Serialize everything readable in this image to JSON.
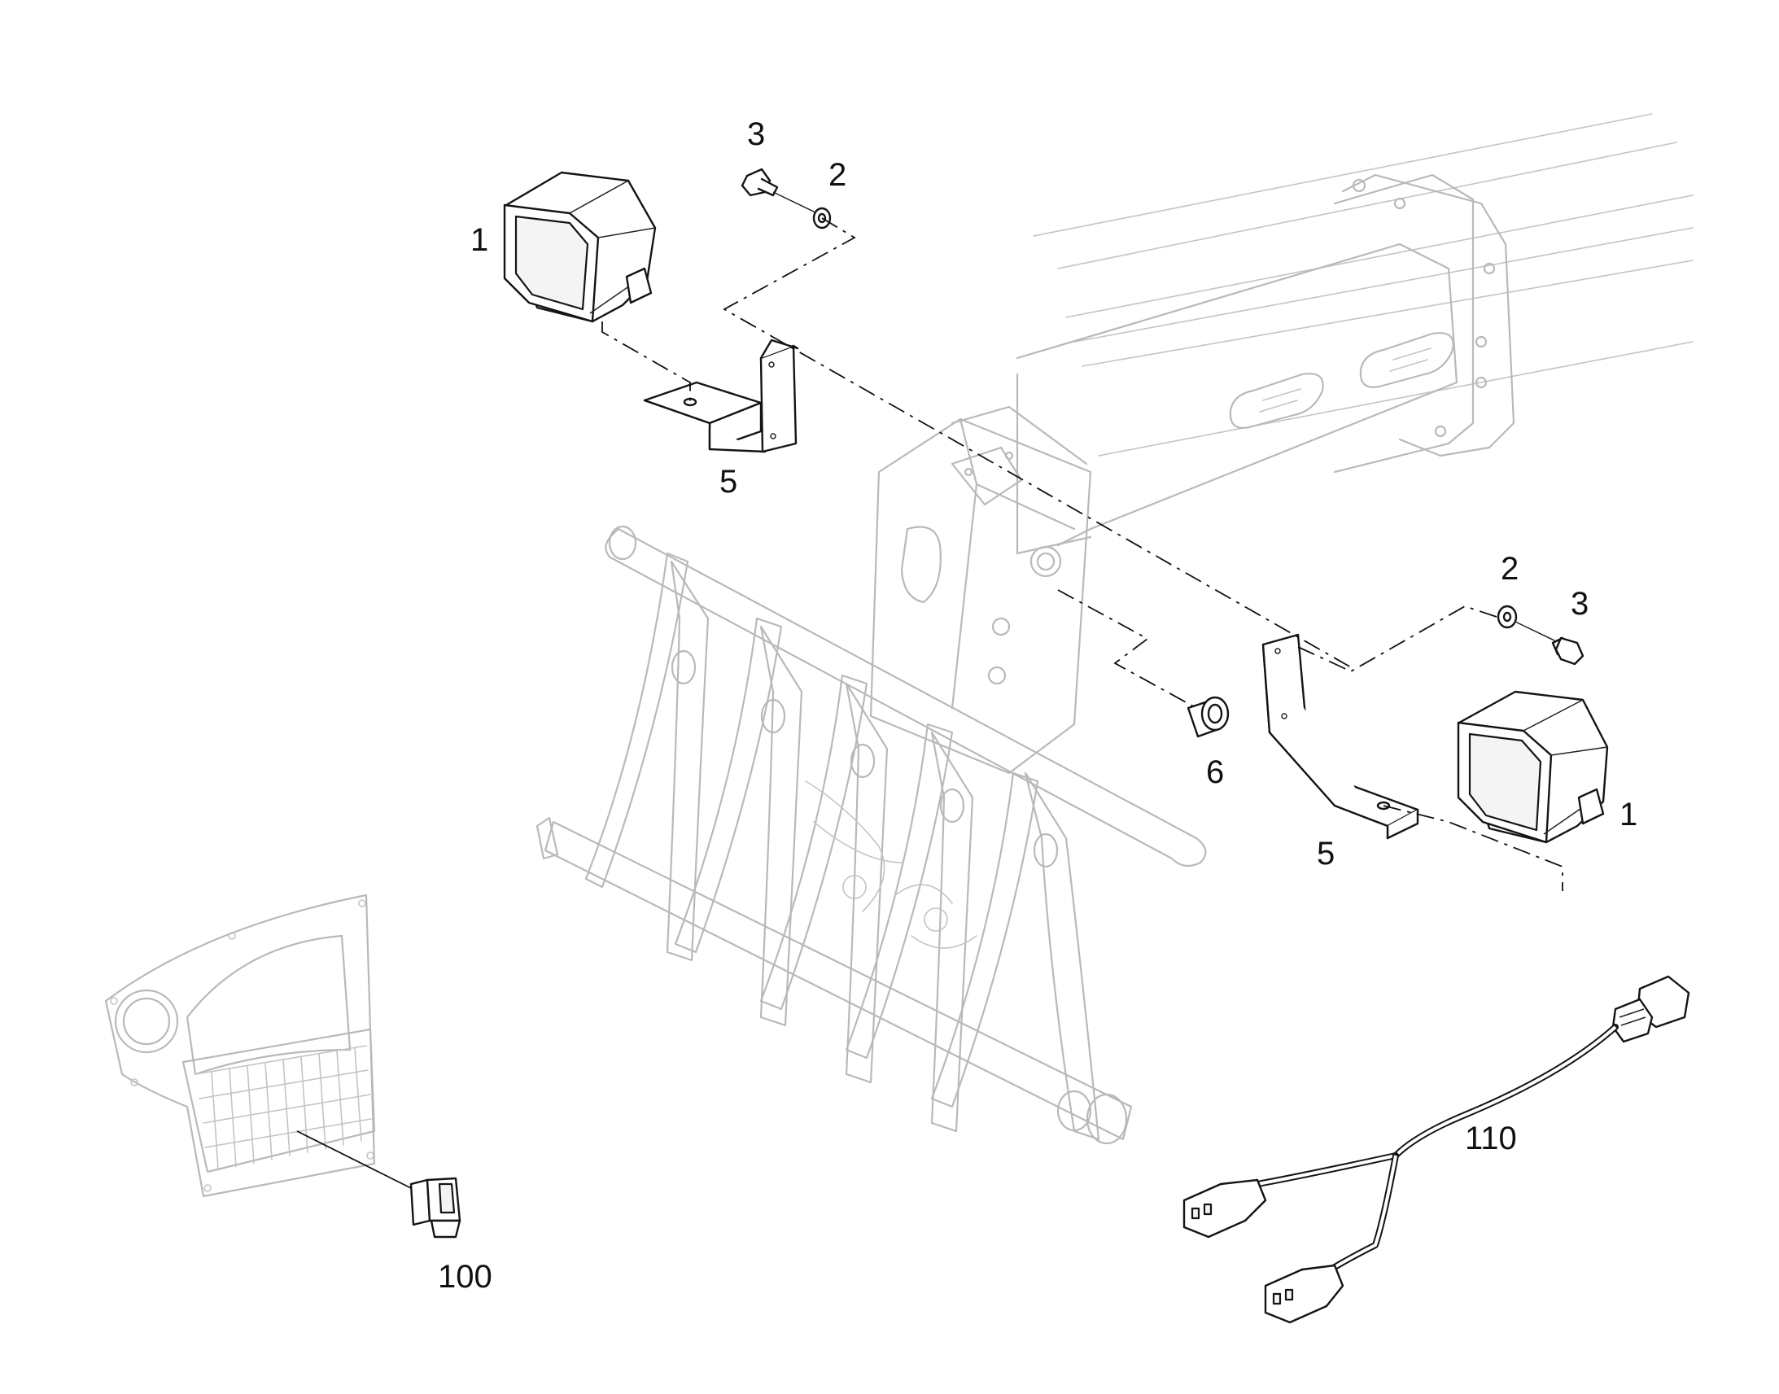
{
  "callouts": {
    "lamp_left": "1",
    "lamp_right": "1",
    "washer_left": "2",
    "washer_right": "2",
    "bolt_left": "3",
    "bolt_right": "3",
    "bracket_left": "5",
    "bracket_right": "5",
    "plug": "6",
    "switch": "100",
    "harness": "110"
  },
  "icons": {
    "lamp": "work-lamp-icon",
    "bracket": "mounting-bracket-icon",
    "bolt": "bolt-icon",
    "washer": "washer-icon",
    "plug": "plug-icon",
    "switch": "rocker-switch-icon",
    "harness": "wiring-harness-icon",
    "panel": "dashboard-panel-icon",
    "boom": "boom-assembly-icon"
  },
  "colors": {
    "line": "#141414",
    "ghost": "#b9b9b9",
    "background": "#ffffff"
  }
}
